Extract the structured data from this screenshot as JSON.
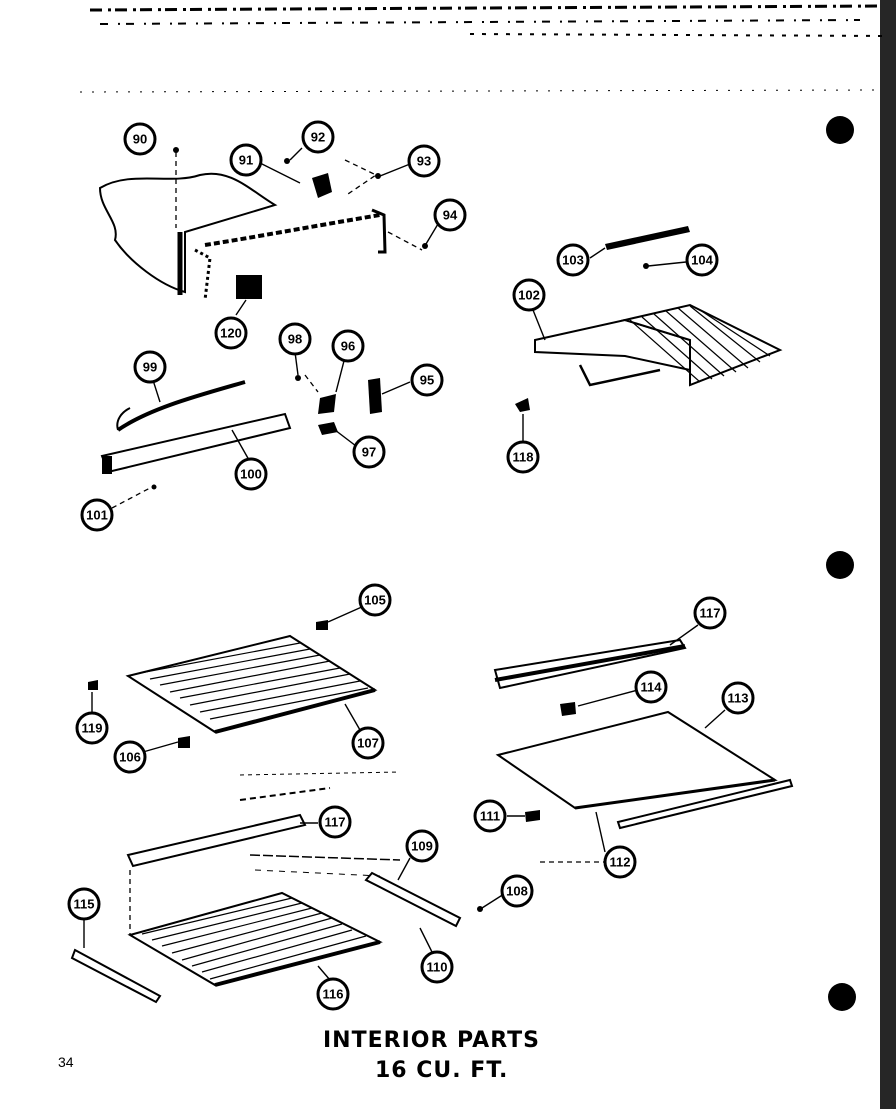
{
  "title": {
    "line1": "INTERIOR PARTS",
    "line2": "16 CU. FT."
  },
  "page_number": "34",
  "callouts": [
    {
      "id": "c90",
      "label": "90"
    },
    {
      "id": "c91",
      "label": "91"
    },
    {
      "id": "c92",
      "label": "92"
    },
    {
      "id": "c93",
      "label": "93"
    },
    {
      "id": "c94",
      "label": "94"
    },
    {
      "id": "c120",
      "label": "120"
    },
    {
      "id": "c103",
      "label": "103"
    },
    {
      "id": "c104",
      "label": "104"
    },
    {
      "id": "c102",
      "label": "102"
    },
    {
      "id": "c99",
      "label": "99"
    },
    {
      "id": "c98",
      "label": "98"
    },
    {
      "id": "c96",
      "label": "96"
    },
    {
      "id": "c95",
      "label": "95"
    },
    {
      "id": "c97",
      "label": "97"
    },
    {
      "id": "c100",
      "label": "100"
    },
    {
      "id": "c101",
      "label": "101"
    },
    {
      "id": "c118a",
      "label": "118"
    },
    {
      "id": "c105",
      "label": "105"
    },
    {
      "id": "c117a",
      "label": "117"
    },
    {
      "id": "c114",
      "label": "114"
    },
    {
      "id": "c113",
      "label": "113"
    },
    {
      "id": "c119",
      "label": "119"
    },
    {
      "id": "c106",
      "label": "106"
    },
    {
      "id": "c107",
      "label": "107"
    },
    {
      "id": "c111",
      "label": "111"
    },
    {
      "id": "c112",
      "label": "112"
    },
    {
      "id": "c117b",
      "label": "117"
    },
    {
      "id": "c109",
      "label": "109"
    },
    {
      "id": "c108",
      "label": "108"
    },
    {
      "id": "c115",
      "label": "115"
    },
    {
      "id": "c110",
      "label": "110"
    },
    {
      "id": "c116",
      "label": "116"
    }
  ]
}
